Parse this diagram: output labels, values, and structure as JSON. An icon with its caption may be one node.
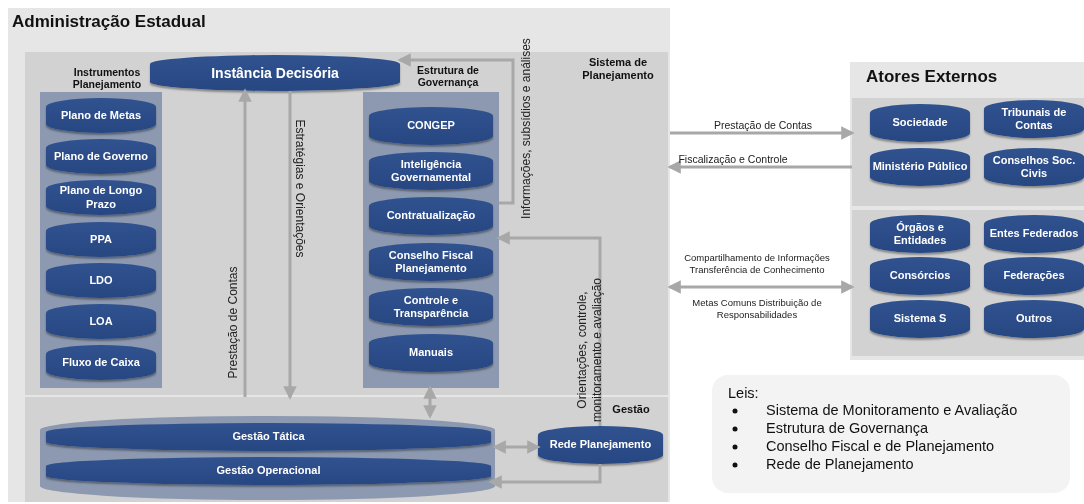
{
  "diagram": {
    "nodes": [
      {
        "text": [
          "Administração Estadual"
        ]
      },
      {
        "text": [
          "Sistema de Planejamento"
        ],
        "in": 0
      },
      {
        "text": [
          "Instância Decisória"
        ],
        "in": 1
      },
      {
        "text": [
          "Instrumentos Planejamento"
        ],
        "in": 1
      },
      {
        "text": [
          "Plano de Metas"
        ],
        "in": 3
      },
      {
        "text": [
          "Plano de Governo"
        ],
        "in": 3
      },
      {
        "text": [
          "Plano de Longo Prazo"
        ],
        "in": 3
      },
      {
        "text": [
          "PPA"
        ],
        "in": 3
      },
      {
        "text": [
          "LDO"
        ],
        "in": 3
      },
      {
        "text": [
          "LOA"
        ],
        "in": 3
      },
      {
        "text": [
          "Fluxo de Caixa"
        ],
        "in": 3
      },
      {
        "text": [
          "Estrutura de Governança"
        ],
        "in": 1
      },
      {
        "text": [
          "CONGEP"
        ],
        "in": 11
      },
      {
        "text": [
          "Inteligência Governamental"
        ],
        "in": 11
      },
      {
        "text": [
          "Contratualização"
        ],
        "in": 11
      },
      {
        "text": [
          "Conselho Fiscal Planejamento"
        ],
        "in": 11
      },
      {
        "text": [
          "Controle e Transparência"
        ],
        "in": 11
      },
      {
        "text": [
          "Manuais"
        ],
        "in": 11
      },
      {
        "text": [
          "Gestão"
        ],
        "in": 0
      },
      {
        "text": [],
        "shape": "box",
        "in": 18
      },
      {
        "text": [
          "Gestão Tática"
        ],
        "in": 19
      },
      {
        "text": [
          "Gestão Operacional"
        ],
        "in": 19
      },
      {
        "text": [
          "Rede Planejamento"
        ],
        "in": 18
      },
      {
        "text": [
          "Atores Externos"
        ]
      },
      {
        "text": [],
        "shape": "box",
        "in": 23
      },
      {
        "text": [
          "Sociedade"
        ],
        "in": 24
      },
      {
        "text": [
          "Tribunais de Contas"
        ],
        "in": 24
      },
      {
        "text": [
          "Ministério Público"
        ],
        "in": 24
      },
      {
        "text": [
          "Conselhos Soc. Civis"
        ],
        "in": 24
      },
      {
        "text": [],
        "shape": "box",
        "in": 23
      },
      {
        "text": [
          "Órgãos e Entidades"
        ],
        "in": 29
      },
      {
        "text": [
          "Entes Federados"
        ],
        "in": 29
      },
      {
        "text": [
          "Consórcios"
        ],
        "in": 29
      },
      {
        "text": [
          "Federações"
        ],
        "in": 29
      },
      {
        "text": [
          "Sistema S"
        ],
        "in": 29
      },
      {
        "text": [
          "Outros"
        ],
        "in": 29
      },
      {
        "text": [
          "Leis:",
          "Sistema de Monitoramento e Avaliação",
          "Estrutura de Governança",
          "Conselho Fiscal e de Planejamento",
          "Rede de Planejamento"
        ]
      }
    ],
    "edges": [
      {
        "from": 18,
        "to": 2,
        "arrow": "to",
        "label": "Prestação de Contas"
      },
      {
        "from": 2,
        "to": 18,
        "arrow": "to",
        "label": "Estratégias e Orientações"
      },
      {
        "from": 11,
        "to": 2,
        "arrow": "to",
        "label": "Informações, subsídios e análises"
      },
      {
        "from": 22,
        "to": 11,
        "arrow": "to",
        "label": "Orientações, controle, monitoramento e avaliação"
      },
      {
        "from": 22,
        "to": 21,
        "arrow": "to"
      },
      {
        "from": 22,
        "to": 19,
        "arrow": "both"
      },
      {
        "from": 11,
        "to": 19,
        "arrow": "both"
      },
      {
        "from": 0,
        "to": 24,
        "arrow": "to",
        "label": "Prestação de Contas"
      },
      {
        "from": 24,
        "to": 0,
        "arrow": "to",
        "label": "Fiscalização e Controle"
      },
      {
        "from": 0,
        "to": 29,
        "arrow": "both",
        "label": "Compartilhamento de Informações Transferência de Conhecimento"
      }
    ],
    "labels": [
      "Metas Comuns Distribuição de Responsabilidades"
    ]
  }
}
